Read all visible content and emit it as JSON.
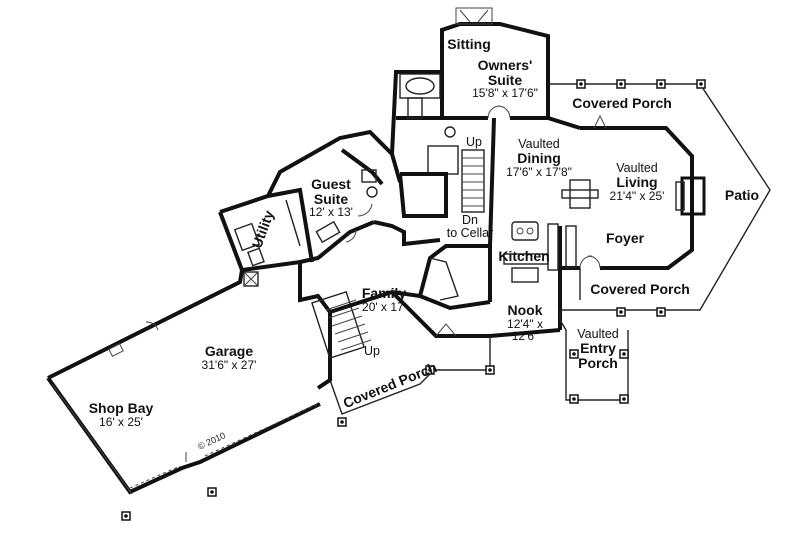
{
  "rooms": {
    "sitting": {
      "name": "Sitting"
    },
    "owners_suite": {
      "name": "Owners'",
      "name2": "Suite",
      "dims": "15'8\" x 17'6\""
    },
    "covered_porch_rear": {
      "name": "Covered Porch"
    },
    "dining": {
      "prefix": "Vaulted",
      "name": "Dining",
      "dims": "17'6\" x 17'8\""
    },
    "living": {
      "prefix": "Vaulted",
      "name": "Living",
      "dims": "21'4\" x 25'"
    },
    "patio": {
      "name": "Patio"
    },
    "guest_suite": {
      "name": "Guest",
      "name2": "Suite",
      "dims": "12' x 13'"
    },
    "utility": {
      "name": "Utility"
    },
    "kitchen": {
      "name": "Kitchen"
    },
    "foyer": {
      "name": "Foyer"
    },
    "covered_porch_front": {
      "name": "Covered Porch"
    },
    "family": {
      "name": "Family",
      "dims": "20' x 17'"
    },
    "nook": {
      "name": "Nook",
      "dims": "12'4\" x",
      "dims2": "12'6\""
    },
    "entry_porch": {
      "prefix": "Vaulted",
      "name": "Entry",
      "name2": "Porch"
    },
    "garage": {
      "name": "Garage",
      "dims": "31'6\" x 27'"
    },
    "shop_bay": {
      "name": "Shop Bay",
      "dims": "16' x 25'"
    },
    "covered_porch_side": {
      "name": "Covered Porch"
    }
  },
  "stairs": {
    "up_main": "Up",
    "dn_cellar": "Dn",
    "dn_cellar2": "to Cellar",
    "up_garage": "Up"
  },
  "copyright": "© 2010"
}
